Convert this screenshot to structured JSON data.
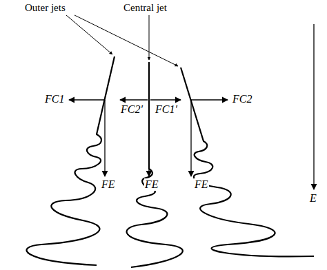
{
  "diagram": {
    "labels": [
      "Outer jets",
      "Central jet",
      "FC1",
      "FC2′",
      "FC1′",
      "FC2",
      "FE",
      "FE",
      "FE",
      "E"
    ]
  }
}
